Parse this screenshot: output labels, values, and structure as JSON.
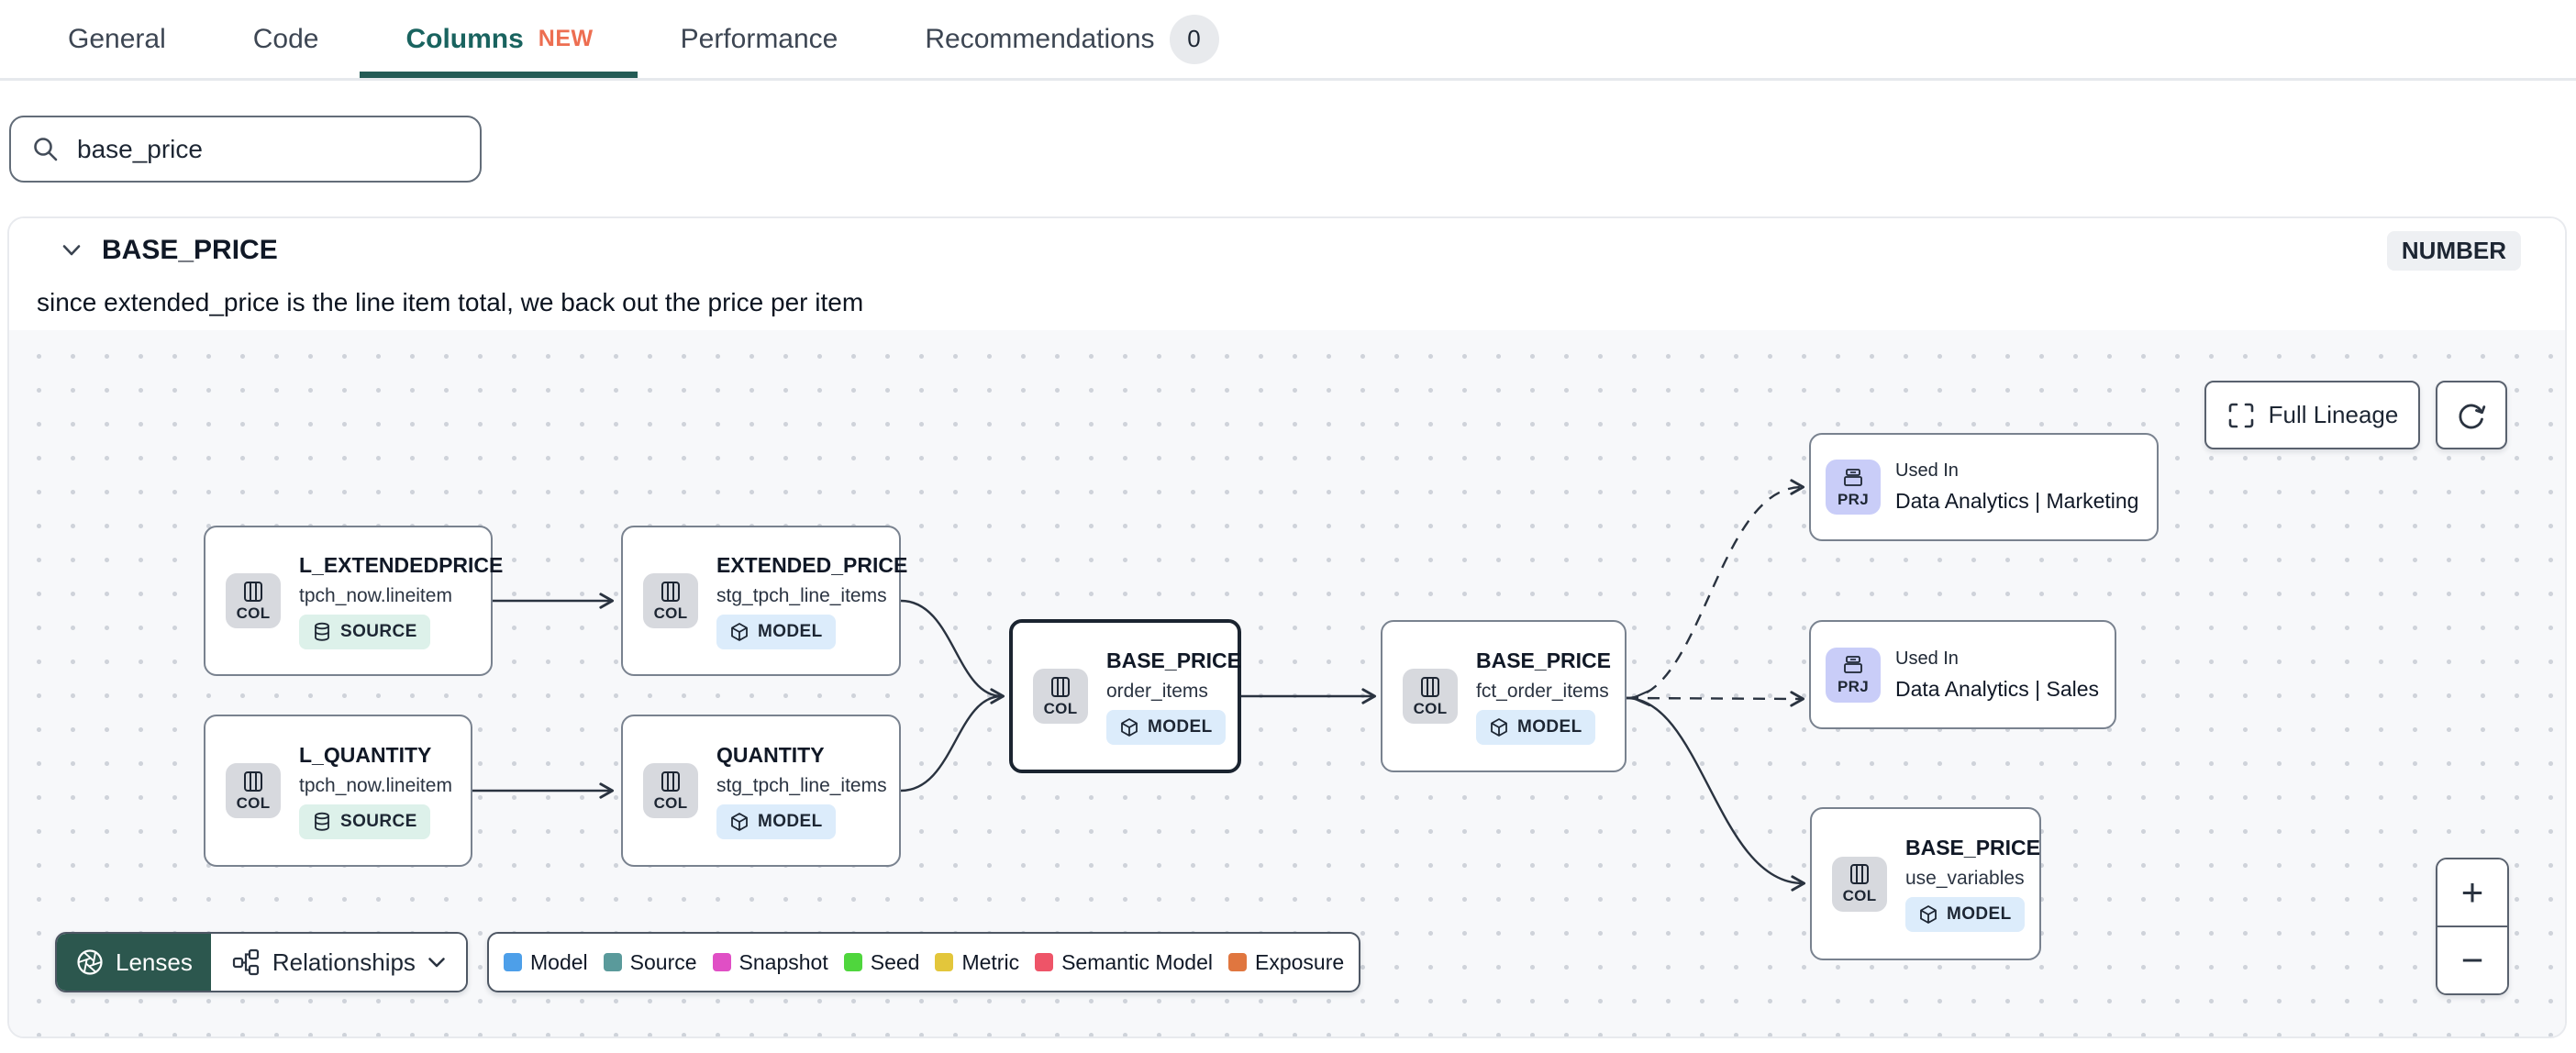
{
  "tabs": {
    "items": [
      {
        "label": "General"
      },
      {
        "label": "Code"
      },
      {
        "label": "Columns",
        "badge": "NEW"
      },
      {
        "label": "Performance"
      },
      {
        "label": "Recommendations",
        "count": "0"
      }
    ]
  },
  "search": {
    "value": "base_price"
  },
  "panel": {
    "title": "BASE_PRICE",
    "type": "NUMBER",
    "description": "since extended_price is the line item total, we back out the price per item"
  },
  "graph": {
    "full_lineage": "Full Lineage",
    "zoom_in": "+",
    "zoom_out": "−",
    "nodes": [
      {
        "badge": "COL",
        "title": "L_EXTENDEDPRICE",
        "subtitle": "tpch_now.lineitem",
        "type": "SOURCE"
      },
      {
        "badge": "COL",
        "title": "EXTENDED_PRICE",
        "subtitle": "stg_tpch_line_items",
        "type": "MODEL"
      },
      {
        "badge": "COL",
        "title": "L_QUANTITY",
        "subtitle": "tpch_now.lineitem",
        "type": "SOURCE"
      },
      {
        "badge": "COL",
        "title": "QUANTITY",
        "subtitle": "stg_tpch_line_items",
        "type": "MODEL"
      },
      {
        "badge": "COL",
        "title": "BASE_PRICE",
        "subtitle": "order_items",
        "type": "MODEL"
      },
      {
        "badge": "COL",
        "title": "BASE_PRICE",
        "subtitle": "fct_order_items",
        "type": "MODEL"
      },
      {
        "badge": "PRJ",
        "title": "Used In",
        "subtitle": "Data Analytics | Marketing"
      },
      {
        "badge": "PRJ",
        "title": "Used In",
        "subtitle": "Data Analytics | Sales"
      },
      {
        "badge": "COL",
        "title": "BASE_PRICE",
        "subtitle": "use_variables",
        "type": "MODEL"
      }
    ],
    "toolbar": {
      "lenses": "Lenses",
      "relationships": "Relationships"
    },
    "legend": [
      {
        "label": "Model",
        "color": "#4D9FE9"
      },
      {
        "label": "Source",
        "color": "#5A9A9B"
      },
      {
        "label": "Snapshot",
        "color": "#E04FC5"
      },
      {
        "label": "Seed",
        "color": "#4FD63D"
      },
      {
        "label": "Metric",
        "color": "#E3C63B"
      },
      {
        "label": "Semantic Model",
        "color": "#EE5468"
      },
      {
        "label": "Exposure",
        "color": "#E0763F"
      }
    ]
  }
}
